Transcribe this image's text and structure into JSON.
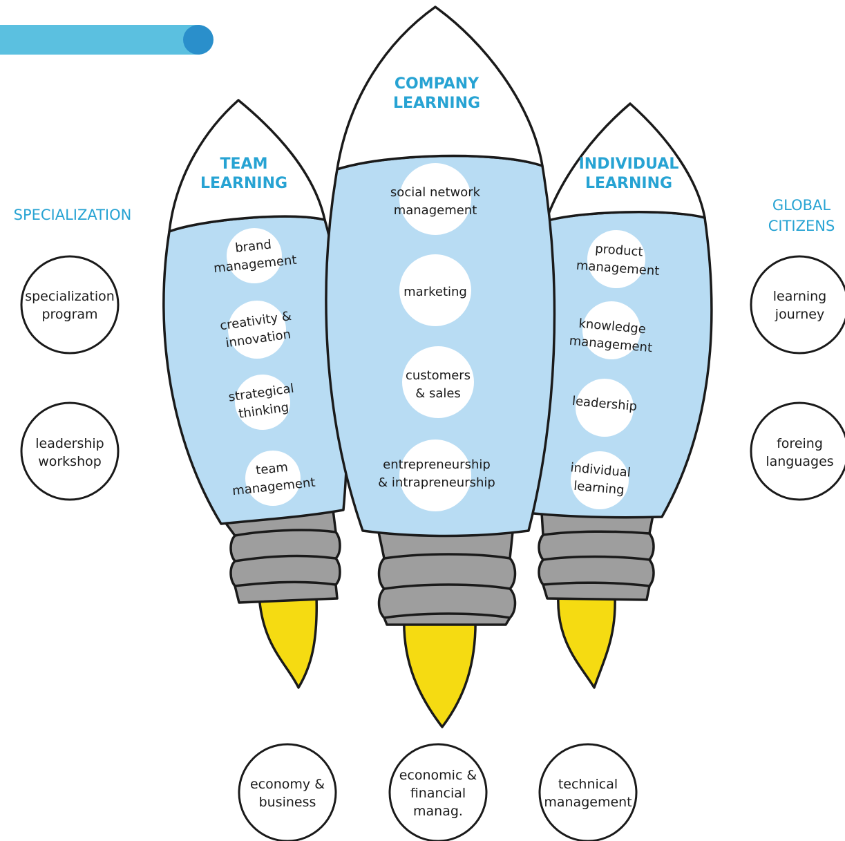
{
  "team": {
    "title_line1": "TEAM",
    "title_line2": "LEARNING",
    "items": [
      {
        "l1": "brand",
        "l2": "management"
      },
      {
        "l1": "creativity &",
        "l2": "innovation"
      },
      {
        "l1": "strategical",
        "l2": "thinking"
      },
      {
        "l1": "team",
        "l2": "management"
      }
    ]
  },
  "company": {
    "title_line1": "COMPANY",
    "title_line2": "LEARNING",
    "items": [
      {
        "l1": "social network",
        "l2": "management"
      },
      {
        "l1": "marketing",
        "l2": ""
      },
      {
        "l1": "customers",
        "l2": "& sales"
      },
      {
        "l1": "entrepreneurship",
        "l2": "& intrapreneurship"
      }
    ]
  },
  "individual": {
    "title_line1": "INDIVIDUAL",
    "title_line2": "LEARNING",
    "items": [
      {
        "l1": "product",
        "l2": "management"
      },
      {
        "l1": "knowledge",
        "l2": "management"
      },
      {
        "l1": "leadership",
        "l2": ""
      },
      {
        "l1": "individual",
        "l2": "learning"
      }
    ]
  },
  "specialization": {
    "title": "SPECIALIZATION",
    "items": [
      {
        "l1": "specialization",
        "l2": "program"
      },
      {
        "l1": "leadership",
        "l2": "workshop"
      }
    ]
  },
  "global": {
    "title_line1": "GLOBAL",
    "title_line2": "CITIZENS",
    "items": [
      {
        "l1": "learning",
        "l2": "journey"
      },
      {
        "l1": "foreing",
        "l2": "languages"
      }
    ]
  },
  "bottom": {
    "items": [
      {
        "l1": "economy &",
        "l2": "business",
        "l3": ""
      },
      {
        "l1": "economic &",
        "l2": "financial",
        "l3": "manag."
      },
      {
        "l1": "technical",
        "l2": "management",
        "l3": ""
      }
    ]
  },
  "colors": {
    "accent_bar": "#5BC0E0",
    "accent_dot": "#2A8FCB",
    "title_blue": "#27A3D3",
    "rocket_body": "#B8DCF3",
    "engine_gray": "#9E9E9E",
    "flame": "#F5DB12"
  }
}
